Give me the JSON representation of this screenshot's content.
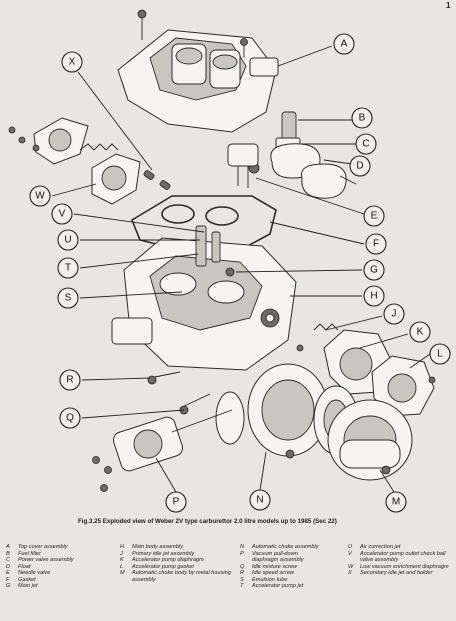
{
  "page_number": "1",
  "caption": "Fig.3.25 Exploded view of Weber 2V type carburettor     2.0 litre models up to 1985 (Sec 22)",
  "callouts": [
    "A",
    "B",
    "C",
    "D",
    "E",
    "F",
    "G",
    "H",
    "J",
    "K",
    "L",
    "M",
    "N",
    "P",
    "Q",
    "R",
    "S",
    "T",
    "U",
    "V",
    "W",
    "X"
  ],
  "legend": [
    {
      "key": "A",
      "desc": "Top cover assembly"
    },
    {
      "key": "B",
      "desc": "Fuel filter"
    },
    {
      "key": "C",
      "desc": "Power valve assembly"
    },
    {
      "key": "D",
      "desc": "Float"
    },
    {
      "key": "E",
      "desc": "Needle valve"
    },
    {
      "key": "F",
      "desc": "Gasket"
    },
    {
      "key": "G",
      "desc": "Main jet"
    },
    {
      "key": "H",
      "desc": "Main body assembly"
    },
    {
      "key": "J",
      "desc": "Primary idle jet assembly"
    },
    {
      "key": "K",
      "desc": "Accelerator pump diaphragm"
    },
    {
      "key": "L",
      "desc": "Accelerator pump gasket"
    },
    {
      "key": "M",
      "desc": "Automatic choke body by metal housing assembly"
    },
    {
      "key": "N",
      "desc": "Automatic choke assembly"
    },
    {
      "key": "P",
      "desc": "Vacuum pull-down diaphragm assembly"
    },
    {
      "key": "Q",
      "desc": "Idle mixture screw"
    },
    {
      "key": "R",
      "desc": "Idle speed screw"
    },
    {
      "key": "S",
      "desc": "Emulsion tube"
    },
    {
      "key": "T",
      "desc": "Accelerator pump jet"
    },
    {
      "key": "U",
      "desc": "Air correction jet"
    },
    {
      "key": "V",
      "desc": "Accelerator pump outlet check ball valve assembly"
    },
    {
      "key": "W",
      "desc": "Low vacuum enrichment diaphragm"
    },
    {
      "key": "X",
      "desc": "Secondary idle jet and holder"
    }
  ]
}
